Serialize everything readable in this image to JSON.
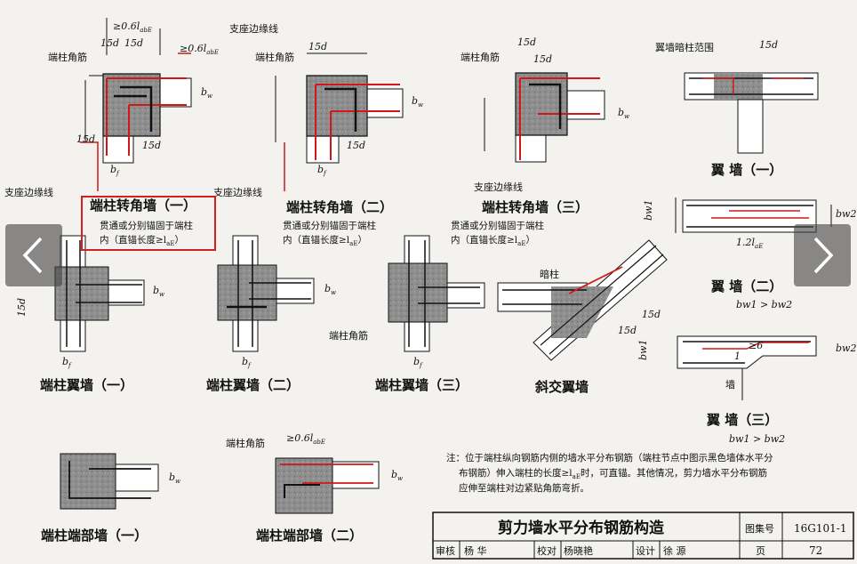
{
  "viewer": {
    "prev_icon": "chevron-left-icon",
    "next_icon": "chevron-right-icon",
    "overlay_color": "#4a4a4a",
    "highlight_color": "#d12020"
  },
  "colors": {
    "rebar_red": "#d01818",
    "concrete": "#8c8c8c",
    "line": "#111111"
  },
  "captions": {
    "c1": "端柱转角墙（一）",
    "c2": "端柱转角墙（二）",
    "c3": "端柱转角墙（三）",
    "w1": "翼 墙（一）",
    "w2": "翼 墙（二）",
    "w3": "翼 墙（三）",
    "f1": "端柱翼墙（一）",
    "f2": "端柱翼墙（二）",
    "f3": "端柱翼墙（三）",
    "diag": "斜交翼墙",
    "e1": "端柱端部墙（一）",
    "e2": "端柱端部墙（二）"
  },
  "labels": {
    "corner_bar": "端柱角筋",
    "support_edge": "支座边缘线",
    "wing_hidden_col": "翼墙暗柱范围",
    "hidden_col": "暗柱",
    "wall": "墙",
    "through_anchor_1": "贯通或分别锚固于端柱",
    "through_anchor_2": "内（直锚长度≥l",
    "through_anchor_sub": "aE",
    "through_anchor_end": "）"
  },
  "dims": {
    "d15": "15d",
    "ge06": "≥0.6l",
    "sub_abE": "abE",
    "sub_aE": "aE",
    "bf": "b",
    "bf_sub": "f",
    "bw": "b",
    "bw_sub": "w",
    "bw1": "bw1",
    "bw2": "bw2",
    "l12": "1.2l",
    "ge6": "≥6",
    "one": "1",
    "bw1_gt_bw2": "bw1 > bw2"
  },
  "note": {
    "line1": "注：位于端柱纵向钢筋内侧的墙水平分布钢筋（端柱节点中图示黑色墙体水平分",
    "line2": "布钢筋）伸入端柱的长度≥l",
    "line2b": "aE",
    "line2c": "时，可直锚。其他情况，剪力墙水平分布钢筋",
    "line3": "应伸至端柱对边紧贴角筋弯折。"
  },
  "title_block": {
    "title": "剪力墙水平分布钢筋构造",
    "atlas_label": "图集号",
    "atlas_no": "16G101-1",
    "review_label": "审核",
    "reviewer": "杨 华",
    "check_label": "校对",
    "checker": "杨晓艳",
    "design_label": "设计",
    "designer": "徐 源",
    "page_label": "页",
    "page_no": "72"
  }
}
